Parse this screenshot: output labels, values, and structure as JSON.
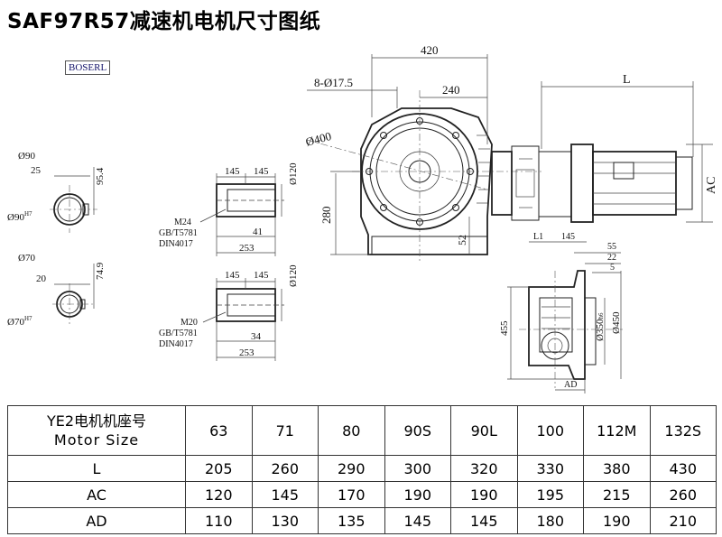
{
  "title": "SAF97R57减速机电机尺寸图纸",
  "brand": "BOSERL",
  "dims": {
    "d420": "420",
    "d8holes": "8-Ø17.5",
    "d240": "240",
    "dL": "L",
    "d400": "Ø400",
    "d280": "280",
    "d52": "52",
    "dAC": "AC",
    "d90": "Ø90",
    "d25": "25",
    "d954": "95.4",
    "d90h": "Ø90",
    "d70": "Ø70",
    "d20": "20",
    "d749": "74.9",
    "d70h": "Ø70",
    "h7": "H7",
    "d145a": "145",
    "d145b": "145",
    "d120a": "Ø120",
    "m24": "M24",
    "gb1": "GB/T5781",
    "din1": "DIN4017",
    "d41": "41",
    "d253a": "253",
    "d145c": "145",
    "d145d": "145",
    "d120b": "Ø120",
    "m20": "M20",
    "gb2": "GB/T5781",
    "din2": "DIN4017",
    "d34": "34",
    "d253b": "253",
    "dL1": "L1",
    "d145e": "145",
    "d55": "55",
    "d22": "22",
    "d5": "5",
    "d455": "455",
    "d350": "Ø350",
    "h6": "h6",
    "d450": "Ø450",
    "dAD": "AD"
  },
  "table": {
    "header_line1": "YE2电机机座号",
    "header_line2": "Motor Size",
    "sizes": [
      "63",
      "71",
      "80",
      "90S",
      "90L",
      "100",
      "112M",
      "132S"
    ],
    "rows": [
      {
        "label": "L",
        "values": [
          "205",
          "260",
          "290",
          "300",
          "320",
          "330",
          "380",
          "430"
        ]
      },
      {
        "label": "AC",
        "values": [
          "120",
          "145",
          "170",
          "190",
          "190",
          "195",
          "215",
          "260"
        ]
      },
      {
        "label": "AD",
        "values": [
          "110",
          "130",
          "135",
          "145",
          "145",
          "180",
          "190",
          "210"
        ]
      }
    ]
  }
}
